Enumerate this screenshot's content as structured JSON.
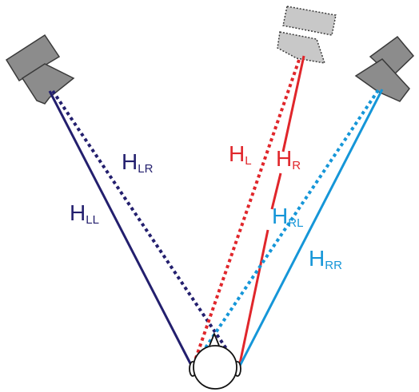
{
  "colors": {
    "left_path": "#231f6e",
    "center_path": "#e0262b",
    "right_path": "#1596d8",
    "speaker_fill": "#8c8c8c",
    "speaker_outline": "#3a3a3a",
    "ghost_speaker_fill": "#c8c8c8",
    "head_stroke": "#111111"
  },
  "labels": {
    "h_ll": {
      "main": "H",
      "sub": "LL"
    },
    "h_lr": {
      "main": "H",
      "sub": "LR"
    },
    "h_l": {
      "main": "H",
      "sub": "L"
    },
    "h_r": {
      "main": "H",
      "sub": "R"
    },
    "h_rl": {
      "main": "H",
      "sub": "RL"
    },
    "h_rr": {
      "main": "H",
      "sub": "RR"
    }
  },
  "icons": {
    "left_speaker": "loudspeaker-icon",
    "center_speaker": "virtual-loudspeaker-icon",
    "right_speaker": "loudspeaker-icon",
    "listener": "listener-head-icon"
  }
}
